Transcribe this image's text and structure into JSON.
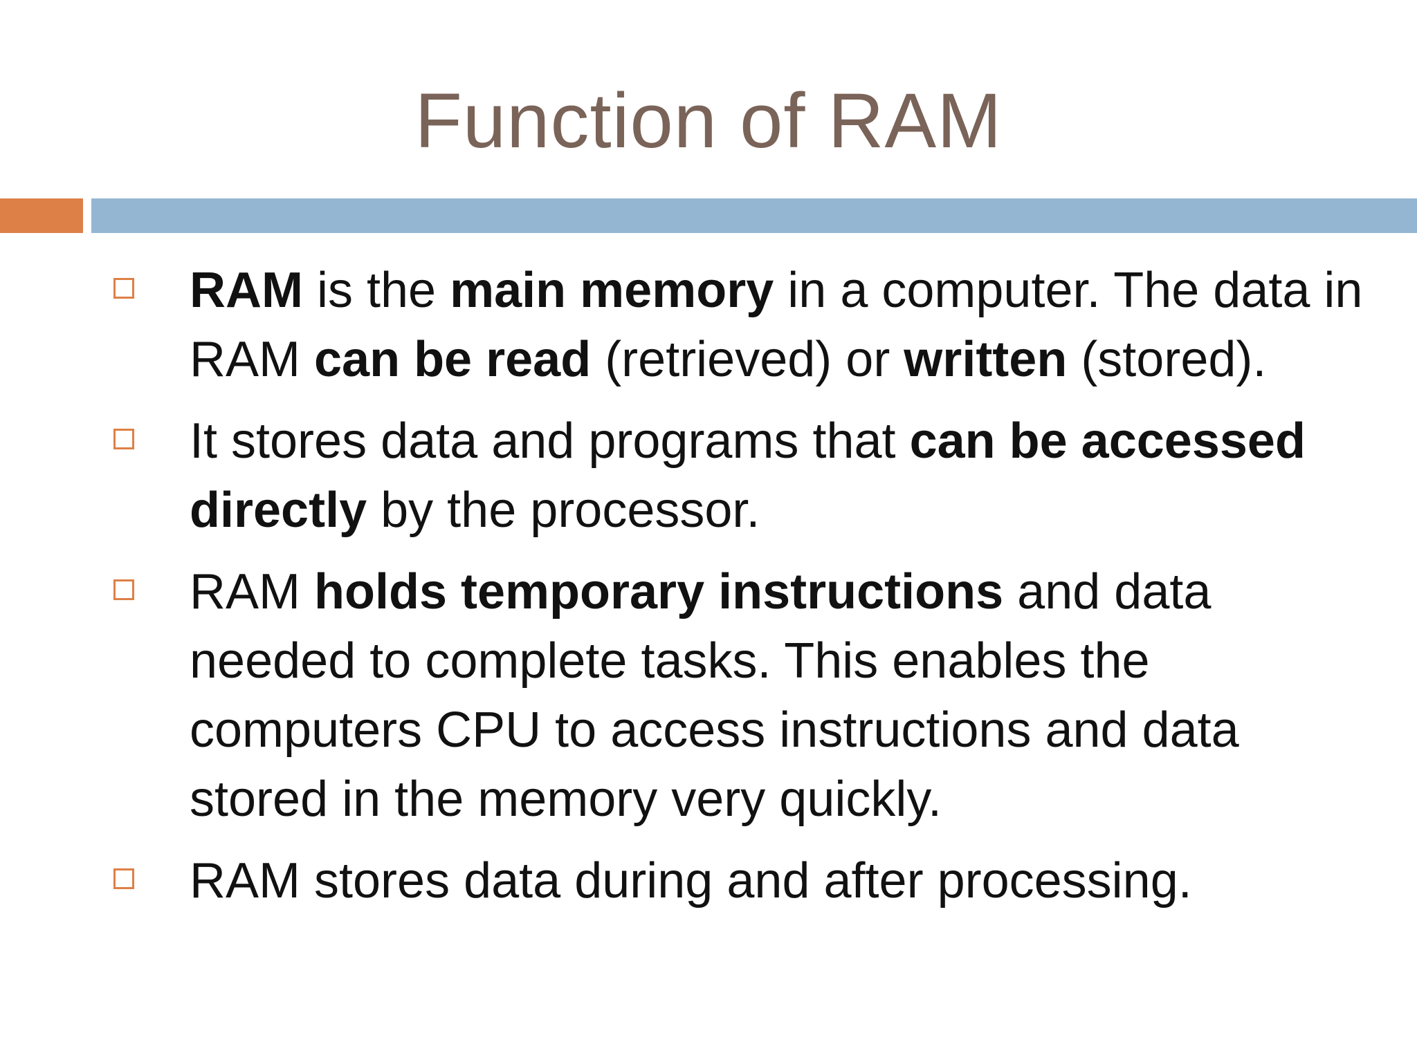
{
  "slide": {
    "title": "Function of RAM",
    "bullets": [
      [
        {
          "text": "RAM",
          "bold": true
        },
        {
          "text": " is the ",
          "bold": false
        },
        {
          "text": "main memory",
          "bold": true
        },
        {
          "text": " in a computer. The data in RAM ",
          "bold": false
        },
        {
          "text": "can be read",
          "bold": true
        },
        {
          "text": " (retrieved) or ",
          "bold": false
        },
        {
          "text": "written",
          "bold": true
        },
        {
          "text": " (stored).",
          "bold": false
        }
      ],
      [
        {
          "text": "It stores data and programs that ",
          "bold": false
        },
        {
          "text": "can be accessed directly",
          "bold": true
        },
        {
          "text": " by the processor.",
          "bold": false
        }
      ],
      [
        {
          "text": "RAM ",
          "bold": false
        },
        {
          "text": "holds temporary instructions",
          "bold": true
        },
        {
          "text": " and data needed to complete tasks. This enables the computers CPU to access instructions and data stored in the memory very quickly.",
          "bold": false
        }
      ],
      [
        {
          "text": "RAM stores data during and after processing.",
          "bold": false
        }
      ]
    ]
  },
  "colors": {
    "title": "#7a6358",
    "accent_orange": "#dd8047",
    "accent_blue": "#94b6d2",
    "text": "#111111"
  },
  "icons": {
    "bullet": "square-outline-icon"
  }
}
